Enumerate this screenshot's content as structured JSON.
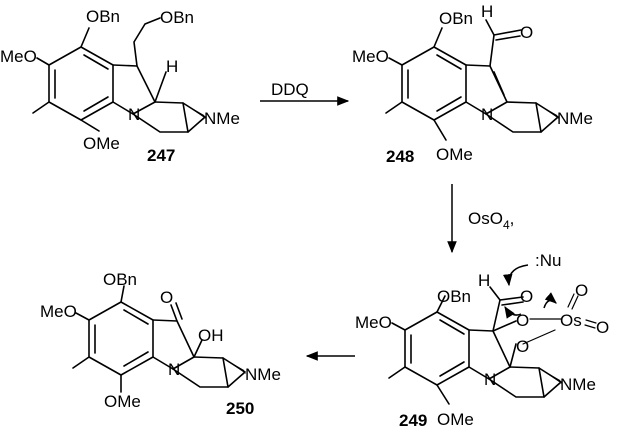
{
  "compounds": {
    "c247": {
      "number": "247",
      "obn_top": "OBn",
      "ch2obn": "OBn",
      "meo": "MeO",
      "ome": "OMe",
      "h": "H",
      "n_ring": "N",
      "nme": "NMe"
    },
    "c248": {
      "number": "248",
      "obn_top": "OBn",
      "cho_h": "H",
      "cho_o": "O",
      "meo": "MeO",
      "ome": "OMe",
      "n_ring": "N",
      "nme": "NMe"
    },
    "c249": {
      "number": "249",
      "obn_top": "OBn",
      "cho_h": "H",
      "cho_o": "O",
      "nu": ":Nu",
      "o1": "O",
      "o2": "O",
      "os": "Os",
      "os_o1": "O",
      "os_o2": "O",
      "meo": "MeO",
      "ome": "OMe",
      "n_ring": "N",
      "nme": "NMe"
    },
    "c250": {
      "number": "250",
      "obn_top": "OBn",
      "ketone_o": "O",
      "oh": "OH",
      "meo": "MeO",
      "ome": "OMe",
      "n_ring": "N",
      "nme": "NMe"
    }
  },
  "reagents": {
    "step1": "DDQ",
    "step2_main": "OsO",
    "step2_sub": "4",
    "step2_tail": ","
  }
}
